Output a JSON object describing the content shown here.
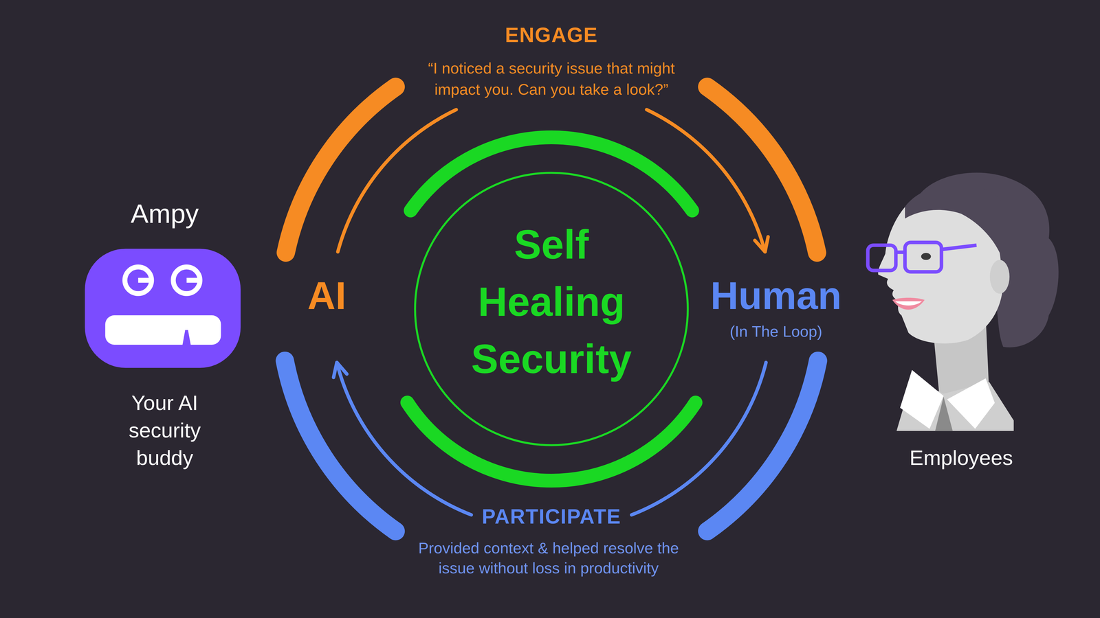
{
  "diagram": {
    "nodes": [
      {
        "text": [
          "Ampy",
          "Your AI security buddy"
        ]
      },
      {
        "text": [
          "AI"
        ]
      },
      {
        "text": [
          "Self Healing Security"
        ]
      },
      {
        "text": [
          "Human",
          "(In The Loop)"
        ]
      },
      {
        "text": [
          "Employees"
        ]
      }
    ],
    "edges": [
      {
        "from": 1,
        "to": 3,
        "arrow": "to",
        "label": "ENGAGE"
      },
      {
        "from": 3,
        "to": 1,
        "arrow": "to",
        "label": "PARTICIPATE"
      }
    ],
    "labels": [
      "“I noticed a security issue that might impact you. Can you take a look?”",
      "Provided context & helped resolve the issue without loss in productivity"
    ]
  }
}
